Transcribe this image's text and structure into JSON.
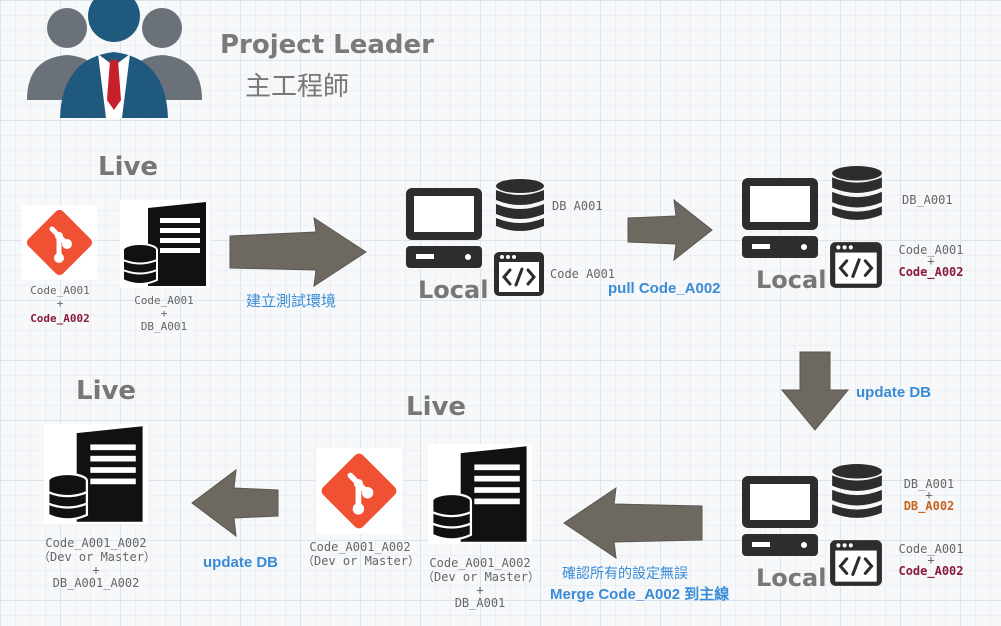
{
  "header": {
    "role_en": "Project Leader",
    "role_zh": "主工程師"
  },
  "stage_live_1": {
    "title": "Live",
    "git_caption_1": "Code_A001",
    "git_caption_plus": "+",
    "git_caption_2": "Code_A002",
    "server_caption_1": "Code_A001",
    "server_caption_plus": "+",
    "server_caption_2": "DB_A001"
  },
  "arrow_1": {
    "label": "建立測試環境"
  },
  "stage_local_1": {
    "title": "Local",
    "db_label": "DB A001",
    "code_label": "Code A001"
  },
  "arrow_2": {
    "label": "pull Code_A002"
  },
  "stage_local_2": {
    "title": "Local",
    "db_label": "DB_A001",
    "code_label_1": "Code_A001",
    "code_label_plus": "+",
    "code_label_2": "Code_A002"
  },
  "arrow_3": {
    "label": "update DB"
  },
  "stage_local_3": {
    "title": "Local",
    "db_label_1": "DB_A001",
    "db_label_plus": "+",
    "db_label_2": "DB_A002",
    "code_label_1": "Code_A001",
    "code_label_plus": "+",
    "code_label_2": "Code_A002"
  },
  "arrow_4": {
    "label_1": "確認所有的設定無誤",
    "label_2": "Merge Code_A002 到主線"
  },
  "stage_live_2": {
    "title": "Live",
    "git_caption_1": "Code_A001_A002",
    "git_caption_2": "（Dev or Master）",
    "server_caption_1": "Code_A001_A002",
    "server_caption_2": "（Dev or Master）",
    "server_caption_plus": "+",
    "server_caption_3": "DB_A001"
  },
  "arrow_5": {
    "label": "update DB"
  },
  "stage_live_3": {
    "title": "Live",
    "server_caption_1": "Code_A001_A002",
    "server_caption_2": "（Dev or Master）",
    "server_caption_plus": "+",
    "server_caption_3": "DB_A001_A002"
  },
  "colors": {
    "arrow_fill": "#6e6960",
    "git_red": "#f05133",
    "label_blue": "#3a8bd6",
    "maroon": "#8b1a3a",
    "orange": "#c8631c"
  }
}
